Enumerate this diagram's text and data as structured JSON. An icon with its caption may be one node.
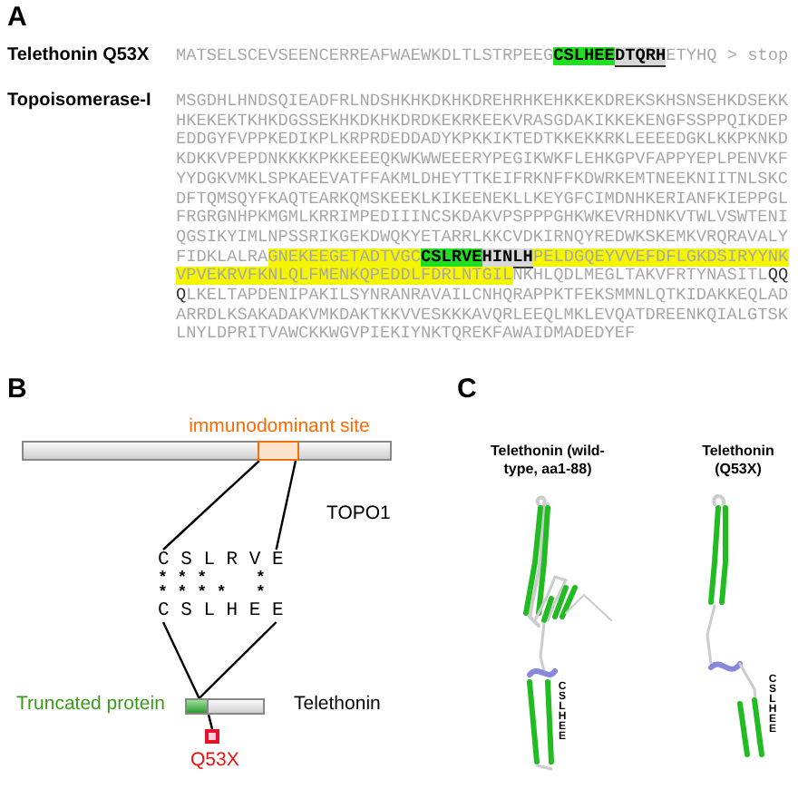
{
  "diagram": {
    "nodes": [
      {
        "text": [
          "CSLHEE"
        ]
      },
      {
        "text": [
          "DTQRH"
        ]
      },
      {
        "text": [
          "GNEKEEGETADTVGC"
        ]
      },
      {
        "text": [
          "CSLRVE"
        ]
      },
      {
        "text": [
          "HINLH"
        ]
      },
      {
        "text": [
          "PELDGQEYVVEFDFLGKDSIRYYNK"
        ]
      },
      {
        "text": [
          "VPVEKRVFKNLQLFMENKQPEDDLFDRLNTGIL"
        ]
      },
      {
        "text": [],
        "shape": "bar",
        "beside": [
          "TOPO1"
        ]
      },
      {
        "text": [
          "immunodominant site"
        ],
        "in": 7
      },
      {
        "text": [
          "C S L R V E",
          "* * *     *",
          "* * * *   *",
          "C S L H E E"
        ]
      },
      {
        "text": [],
        "shape": "bar",
        "beside": [
          "Telethonin"
        ]
      },
      {
        "text": [],
        "shape": "bar",
        "in": 10,
        "beside": [
          "Truncated protein"
        ]
      },
      {
        "text": [],
        "shape": "box",
        "beside": [
          "Q53X"
        ]
      },
      {
        "text": [
          "Telethonin (wild-type, aa1-88)"
        ]
      },
      {
        "text": [
          "Telethonin (Q53X)"
        ]
      }
    ],
    "edges": [
      {
        "from": 8,
        "to": 9,
        "arrow": "none"
      },
      {
        "from": 8,
        "to": 9,
        "arrow": "none"
      },
      {
        "from": 9,
        "to": 11,
        "arrow": "none"
      },
      {
        "from": 9,
        "to": 11,
        "arrow": "none"
      },
      {
        "from": 11,
        "to": 12,
        "arrow": "none"
      }
    ],
    "labels": [
      "A",
      "Telethonin Q53X",
      "MATSELSCEVSEENCERREAFWAEWKDLTLSTRPEEG",
      "ETYHQ > stop",
      "Topoisomerase-I",
      "MSGDHLHNDSQIEADFRLNDSHKHKDKHKDREHRHKEHKKEKDREKSKHSNSEHKDSEKK",
      "HKEKEKTKHKDGSSEKHKDKHKDRDKEKRKEEKVRASGDAKIKKEKENGFSSPPQIKDEP",
      "EDDGYFVPPKEDIKPLKRPRDEDDADYKPKKIKTEDTKKEKKRKLEEEEDGKLKKPKNKD",
      "KDKKVPEPDNKKKKPKKEEEQKWKWWEEERYPEGIKWKFLEHKGPVFAPPYEPLPENVKF",
      "YYDGKVMKLSPKAEEVATFFAKMLDHEYTTKEIFRKNFFKDWRKEMTNEEKNIITNLSKC",
      "DFTQMSQYFKAQTEARKQMSKEEKLKIKEENEKLLKEYGFCIMDNHKERIANFKIEPPGL",
      "FRGRGNHPKMGMLKRRIMPEDIIINCSKDAKVPSPPPGHKWKEVRHDNKVTWLVSWTENI",
      "QGSIKYIMLNPSSRIKGEKDWQKYETARRLKKCVDKIRNQYREDWKSKEMKVRQRAVALY",
      "FIDKLALRA",
      "NKHLQDLMEGLTAKVFRTYNASITL",
      "QQ",
      "Q",
      "LKELTAPDENIPAKILSYNRANRAVAILCNHQRAPPKTFEKSMMNLQTKIDAKKEQLAD",
      "ARRDLKSAKADAKVMKDAKTKKVVESKKKAVQRLEEQLMKLEVQATDREENKQIALGTSK",
      "LNYLDPRITVAWCKKWGVPIEKIYNKTQREKFAWAIDMADEDYEF",
      "B",
      "C",
      "CSLHEE",
      "CSLHEE"
    ]
  }
}
